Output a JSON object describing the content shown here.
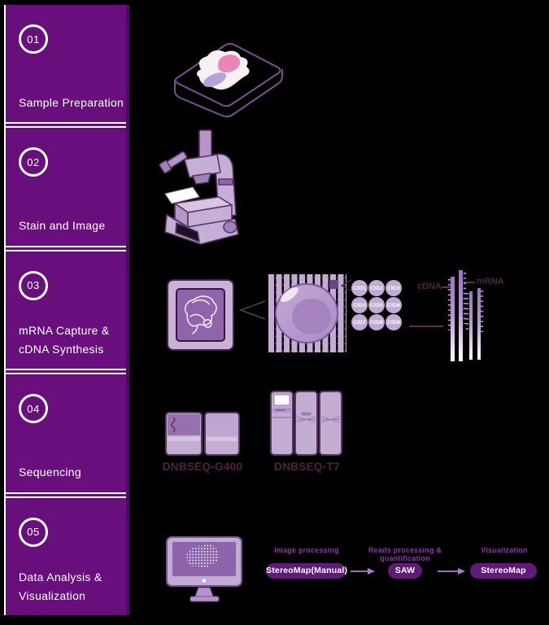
{
  "sidebar": {
    "steps": [
      {
        "number": "01",
        "label": "Sample Preparation"
      },
      {
        "number": "02",
        "label": "Stain and Image"
      },
      {
        "number": "03",
        "label": "mRNA Capture &\ncDNA Synthesis"
      },
      {
        "number": "04",
        "label": "Sequencing"
      },
      {
        "number": "05",
        "label": "Data Analysis &\nVisualization"
      }
    ]
  },
  "capture": {
    "cid_labels": [
      "CID1",
      "CID2",
      "CID3",
      "CID4",
      "CID5",
      "CID6",
      "CID7",
      "CID8",
      "CID9"
    ],
    "cdna_label": "cDNA",
    "mrna_label": "mRNA"
  },
  "sequencing": {
    "machines": [
      {
        "name": "DNBSEQ-G400"
      },
      {
        "name": "DNBSEQ-T7"
      }
    ]
  },
  "analysis": {
    "pipeline": [
      {
        "stage": "Image processing",
        "tool": "StereoMap(Manual)"
      },
      {
        "stage": "Reads processing & quantification",
        "tool": "SAW"
      },
      {
        "stage": "Visualization",
        "tool": "StereoMap"
      }
    ]
  },
  "colors": {
    "sidebar_purple": "#690f7d",
    "pill_purple": "#601b7a",
    "pipeline_stage_purple": "#8a36a3",
    "machine_label_plum": "#4f2144",
    "arrow_lavender": "#a87fc4",
    "illustration_light_purple": "#c3aed2",
    "illustration_outline_purple": "#5a3566",
    "background": "#000000"
  }
}
